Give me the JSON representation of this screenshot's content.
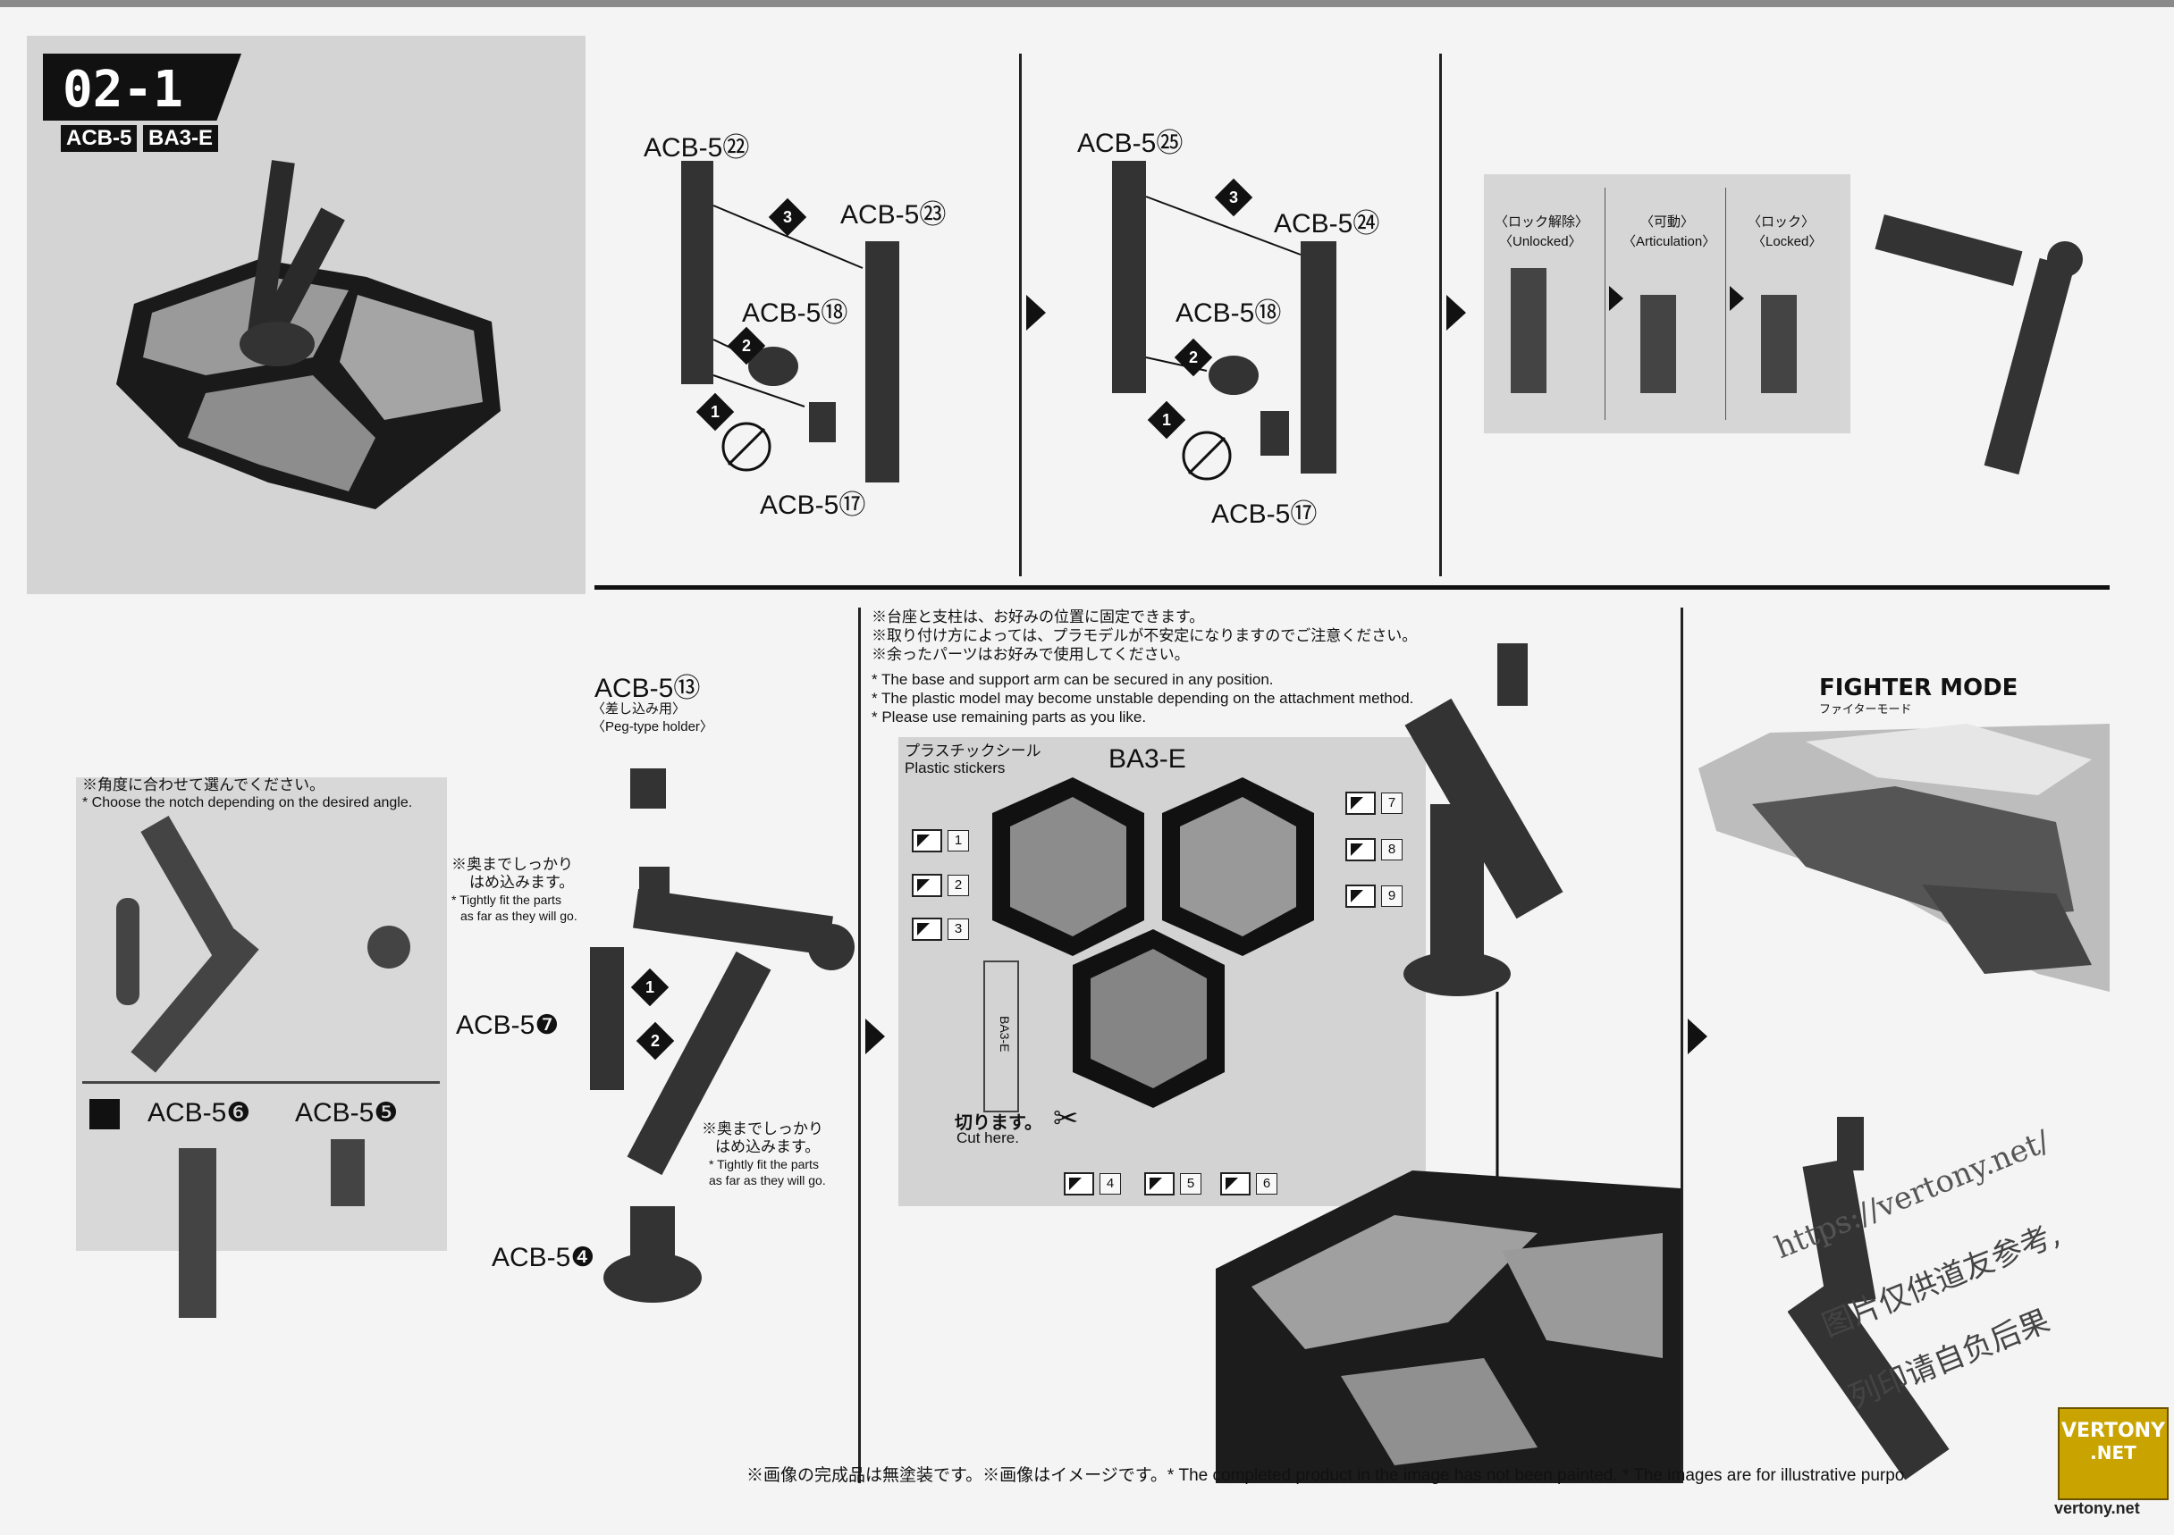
{
  "header": {
    "step": "02-1",
    "tags": [
      "ACB-5",
      "BA3-E"
    ]
  },
  "labels": {
    "p2_top": "ACB-5㉒",
    "p2_right": "ACB-5㉓",
    "p2_mid": "ACB-5⑱",
    "p2_bot": "ACB-5⑰",
    "p3_top": "ACB-5㉕",
    "p3_right": "ACB-5㉔",
    "p3_mid": "ACB-5⑱",
    "p3_bot": "ACB-5⑰",
    "acb13": "ACB-5⑬",
    "acb7": "ACB-5❼",
    "acb6": "ACB-5❻",
    "acb5": "ACB-5❺",
    "acb4": "ACB-5❹"
  },
  "steps": [
    "1",
    "2",
    "3"
  ],
  "lock": {
    "unlock_jp": "〈ロック解除〉",
    "unlock_en": "〈Unlocked〉",
    "artic_jp": "〈可動〉",
    "artic_en": "〈Articulation〉",
    "locked_jp": "〈ロック〉",
    "locked_en": "〈Locked〉"
  },
  "peg": {
    "jp": "〈差し込み用〉",
    "en": "〈Peg-type holder〉"
  },
  "angle_note": {
    "jp": "※角度に合わせて選んでください。",
    "en": "* Choose the notch depending on the desired angle."
  },
  "fit_note": {
    "jp1": "※奥までしっかり",
    "jp2": "はめ込みます。",
    "en1": "* Tightly fit the parts",
    "en2": "as far as they will go."
  },
  "notes": {
    "jp1": "※台座と支柱は、お好みの位置に固定できます。",
    "jp2": "※取り付け方によっては、プラモデルが不安定になりますのでご注意ください。",
    "jp3": "※余ったパーツはお好みで使用してください。",
    "en1": "* The base and support arm can be secured in any position.",
    "en2": "* The plastic model may become unstable depending on the attachment method.",
    "en3": "* Please use remaining parts as you like."
  },
  "stickers": {
    "title_jp": "プラスチックシール",
    "title_en": "Plastic stickers",
    "code": "BA3-E",
    "cut_jp": "切ります。",
    "cut_en": "Cut here.",
    "sheet_label": "BA3-E",
    "numbers": [
      "1",
      "2",
      "3",
      "4",
      "5",
      "6",
      "7",
      "8",
      "9"
    ]
  },
  "fighter": {
    "title": "FIGHTER MODE",
    "subtitle": "ファイターモード"
  },
  "watermark": {
    "url": "https://vertony.net/",
    "cn1": "图片仅供道友参考,",
    "cn2": "列印请自负后果",
    "logo1": "VERTONY",
    "logo2": ".NET",
    "logo3": "vertony.net"
  },
  "footer": "※画像の完成品は無塗装です。※画像はイメージです。* The completed product in the image has not been painted.  * The images are for illustrative purpo"
}
